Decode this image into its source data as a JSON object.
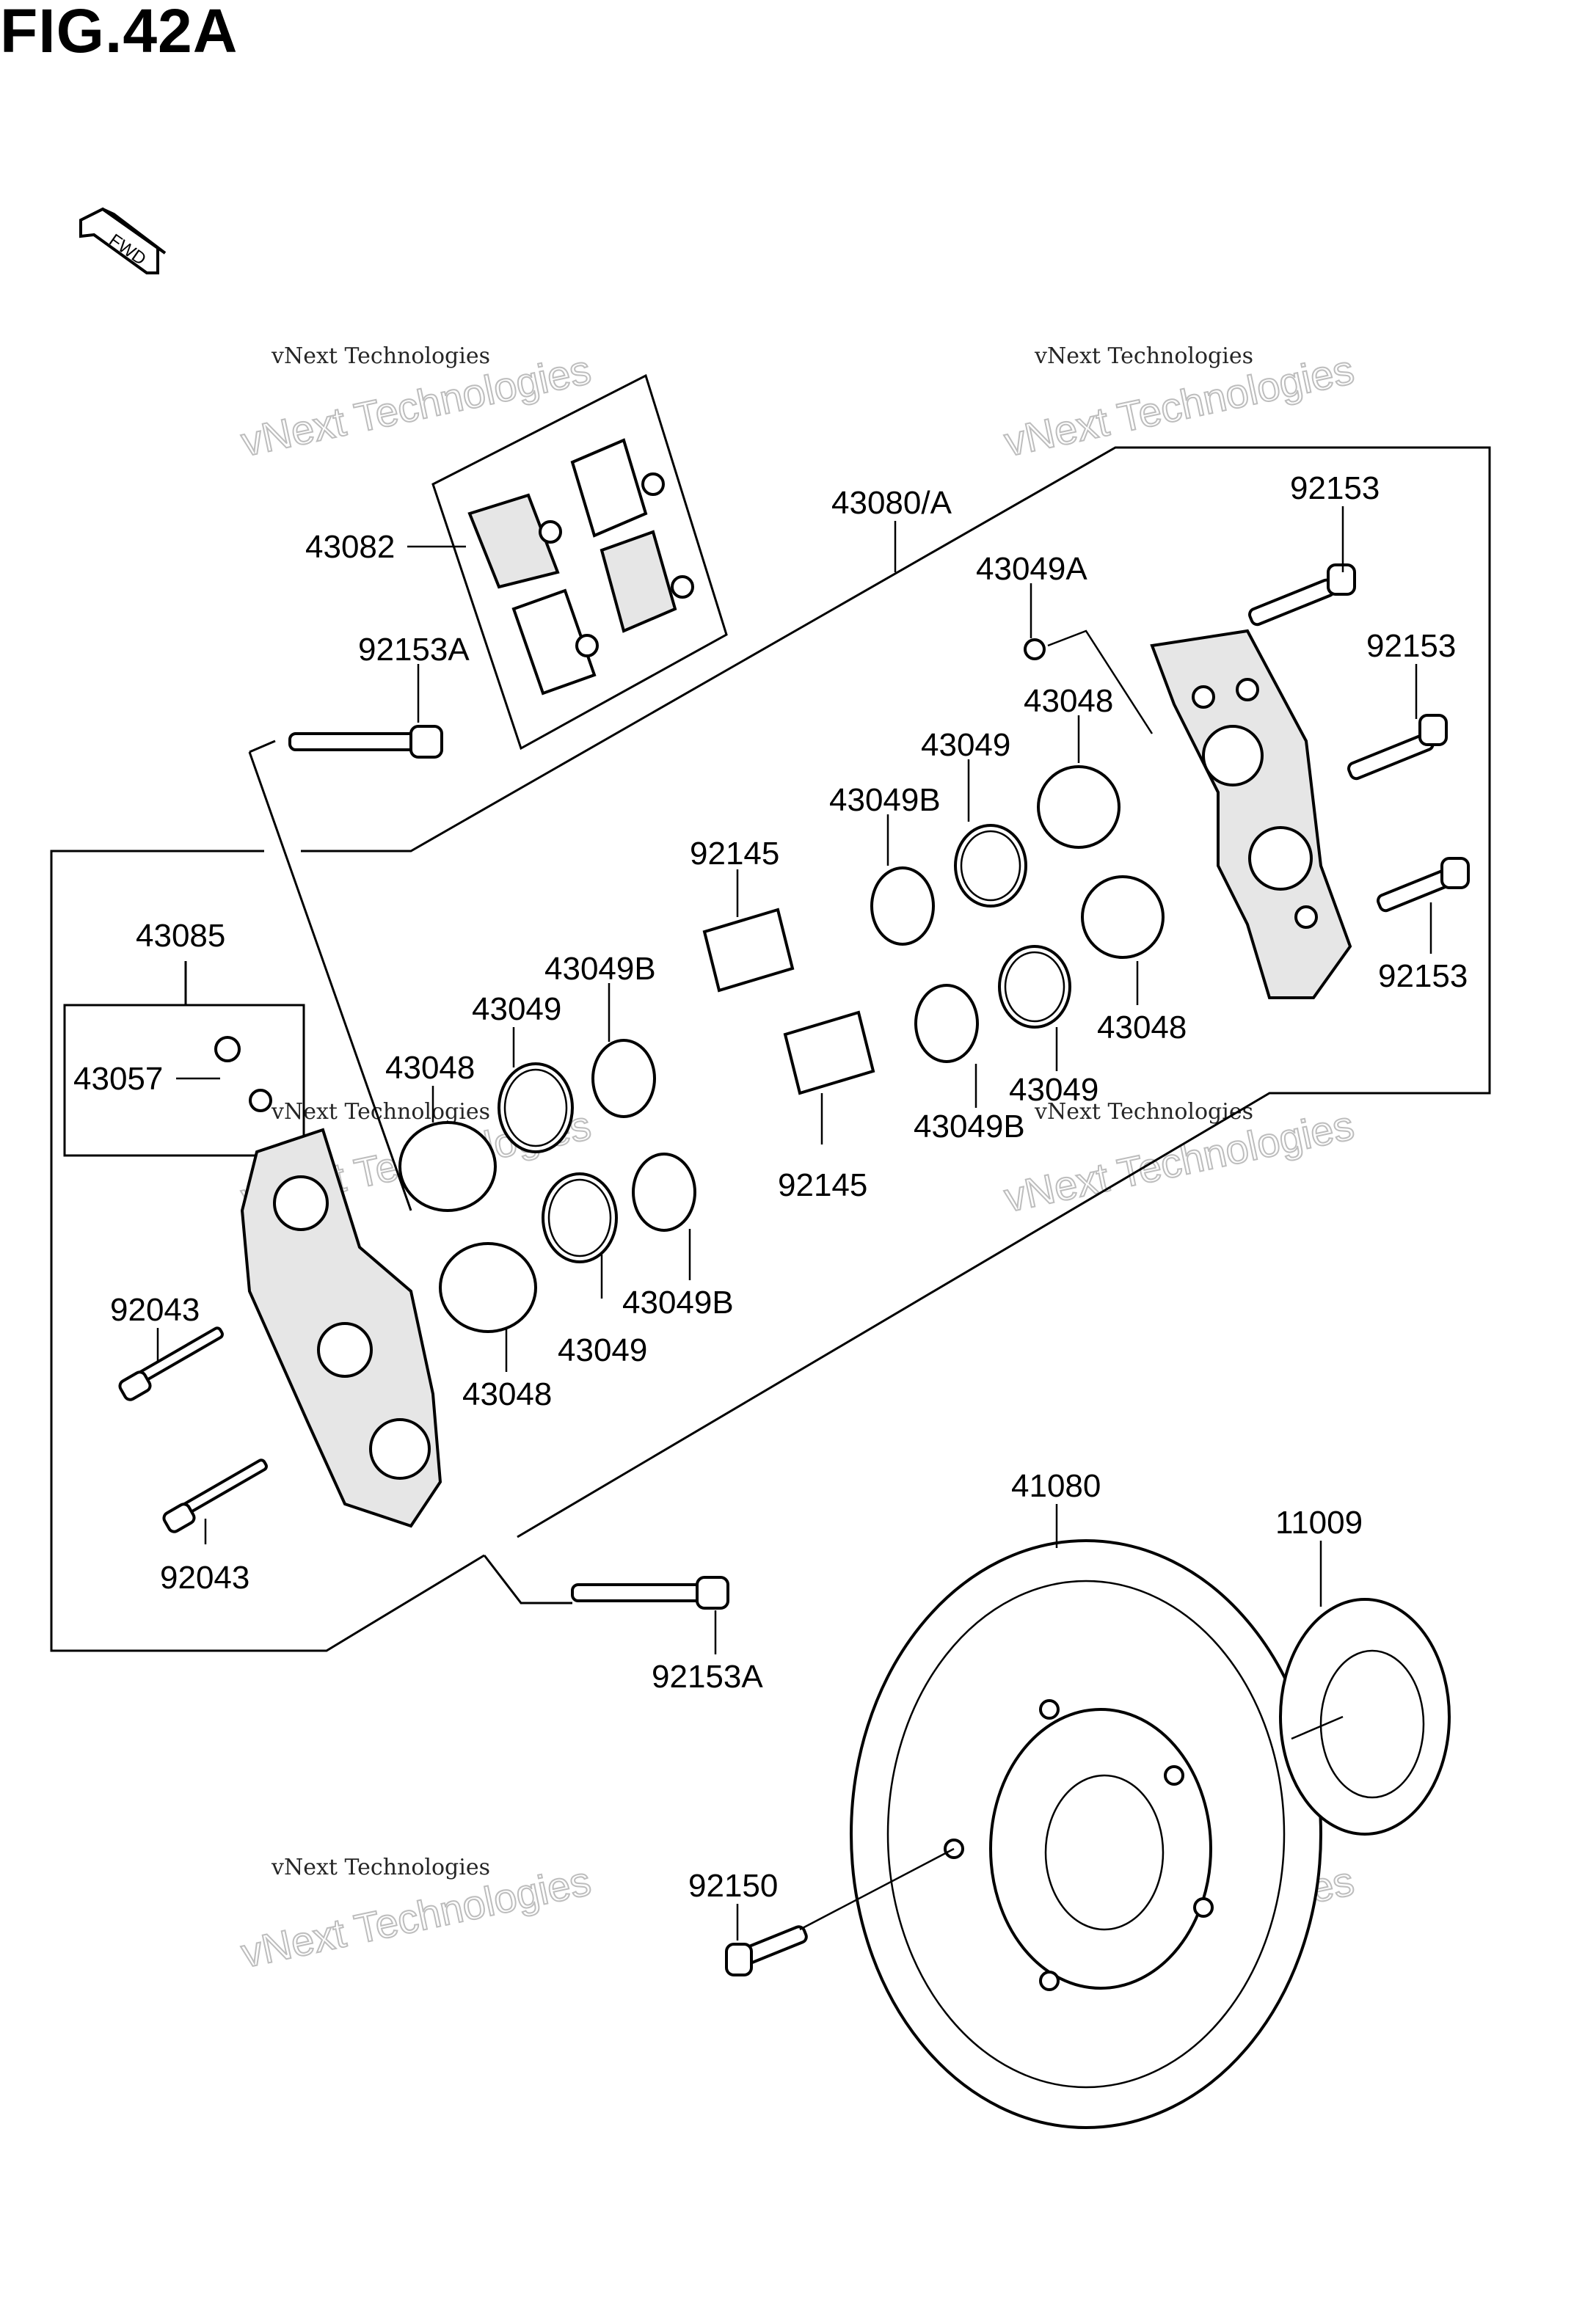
{
  "figure": {
    "title": "FIG.42A"
  },
  "arrow": {
    "text": "FWD"
  },
  "watermark": {
    "line1": "vNext Technologies",
    "line2": "vNext Technologies"
  },
  "parts": {
    "p43082": "43082",
    "p92153A_top": "92153A",
    "p43080A": "43080/A",
    "p92153_1": "92153",
    "p43049A": "43049A",
    "p92153_2": "92153",
    "p43048_r1": "43048",
    "p43049_r1": "43049",
    "p43049B_r1": "43049B",
    "p92145_1": "92145",
    "p92153_3": "92153",
    "p43048_r2": "43048",
    "p43049_r2": "43049",
    "p43049B_r2": "43049B",
    "p92145_2": "92145",
    "p43085": "43085",
    "p43057": "43057",
    "p43048_l1": "43048",
    "p43049_l1": "43049",
    "p43049B_l1": "43049B",
    "p92043_1": "92043",
    "p43048_l2": "43048",
    "p43049_l2": "43049",
    "p43049B_l2": "43049B",
    "p92043_2": "92043",
    "p92153A_bot": "92153A",
    "p41080": "41080",
    "p11009": "11009",
    "p92150": "92150"
  }
}
